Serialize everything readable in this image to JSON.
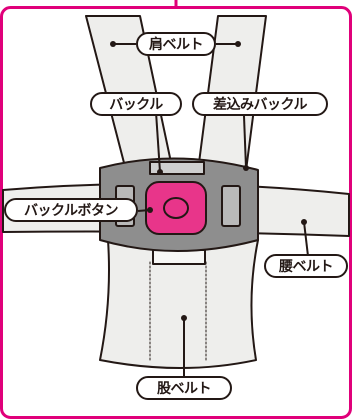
{
  "labels": {
    "shoulder_belt": "肩ベルト",
    "buckle": "バックル",
    "insert_buckle": "差込みバックル",
    "buckle_button": "バックルボタン",
    "waist_belt": "腰ベルト",
    "crotch_belt": "股ベルト"
  },
  "colors": {
    "frame": "#E0007A",
    "belt_fill": "#EEEEEC",
    "outline": "#231815",
    "buckle_gray": "#8E8E8E",
    "button_pink": "#E8358A"
  }
}
